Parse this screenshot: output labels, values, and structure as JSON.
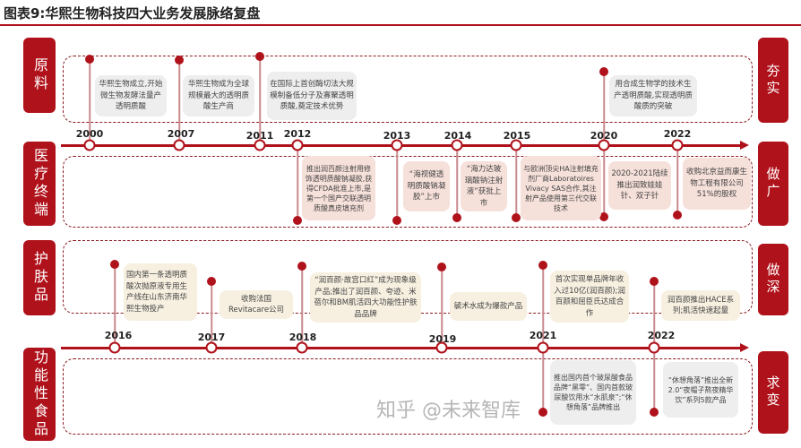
{
  "title": "图表9:华熙生物科技四大业务发展脉络复盘",
  "rows": [
    {
      "label": "原料",
      "tag": "夯实"
    },
    {
      "label": "医疗终端",
      "tag": "做广"
    },
    {
      "label": "护肤品",
      "tag": "做深"
    },
    {
      "label": "功能性食品",
      "tag": "求变"
    }
  ],
  "timeline1_years": [
    "2000",
    "2007",
    "2011",
    "2012",
    "2013",
    "2014",
    "2015",
    "2020",
    "2022"
  ],
  "timeline2_years": [
    "2016",
    "2017",
    "2018",
    "2019",
    "2021",
    "2022"
  ],
  "raw_material_events": [
    "华熙生物成立,开始微生物发酵法量产透明质酸",
    "华熙生物成为全球规模最大的透明质酸生产商",
    "在国际上首创酶切法大规模制备低分子及寡聚透明质酸,奠定技术优势",
    "用合成生物学的技术生产透明质酸,实现透明质酸质的突破"
  ],
  "medical_events": [
    "推出润百颜注射用修饰透明质酸钠凝胶,获得CFDA批准上市,是第一个国产交联透明质酸真皮填充剂",
    "“海视健透明质酸钠凝胶”上市",
    "“海力达玻璃酸钠注射液”获批上市",
    "与欧洲顶尖HA注射填充剂厂商Laboratoires Vivacy SAS合作,其注射产品使用第三代交联技术",
    "2020-2021陆续推出润致娃娃针、双子针",
    "收购北京益而康生物工程有限公司51%的股权"
  ],
  "skincare_events": [
    "国内第一条透明质酸次抛原液专用生产线在山东济南华熙生物投产",
    "收购法国Revitacare公司",
    "“润百颜·故宫口红”成为现象级产品;推出了润百颜、夸迹、米蓓尔和BM肌活四大功能性护肤品品牌",
    "毓术水成为爆款产品",
    "首次实现单品牌年收入过10亿(润百颜);润百颜和屈臣氏达成合作",
    "润百颜推出HACE系列;肌活快速起量"
  ],
  "food_events": [
    "推出国内首个玻尿酸食品品牌“黑零”、国内首款玻尿酸饮用水“水肌泉”;“休想角落”品牌推出",
    "“休想角落”推出全新2.0“夜帽子熬夜精华饮”系列5款产品"
  ],
  "watermark": "知乎 @未来智库"
}
